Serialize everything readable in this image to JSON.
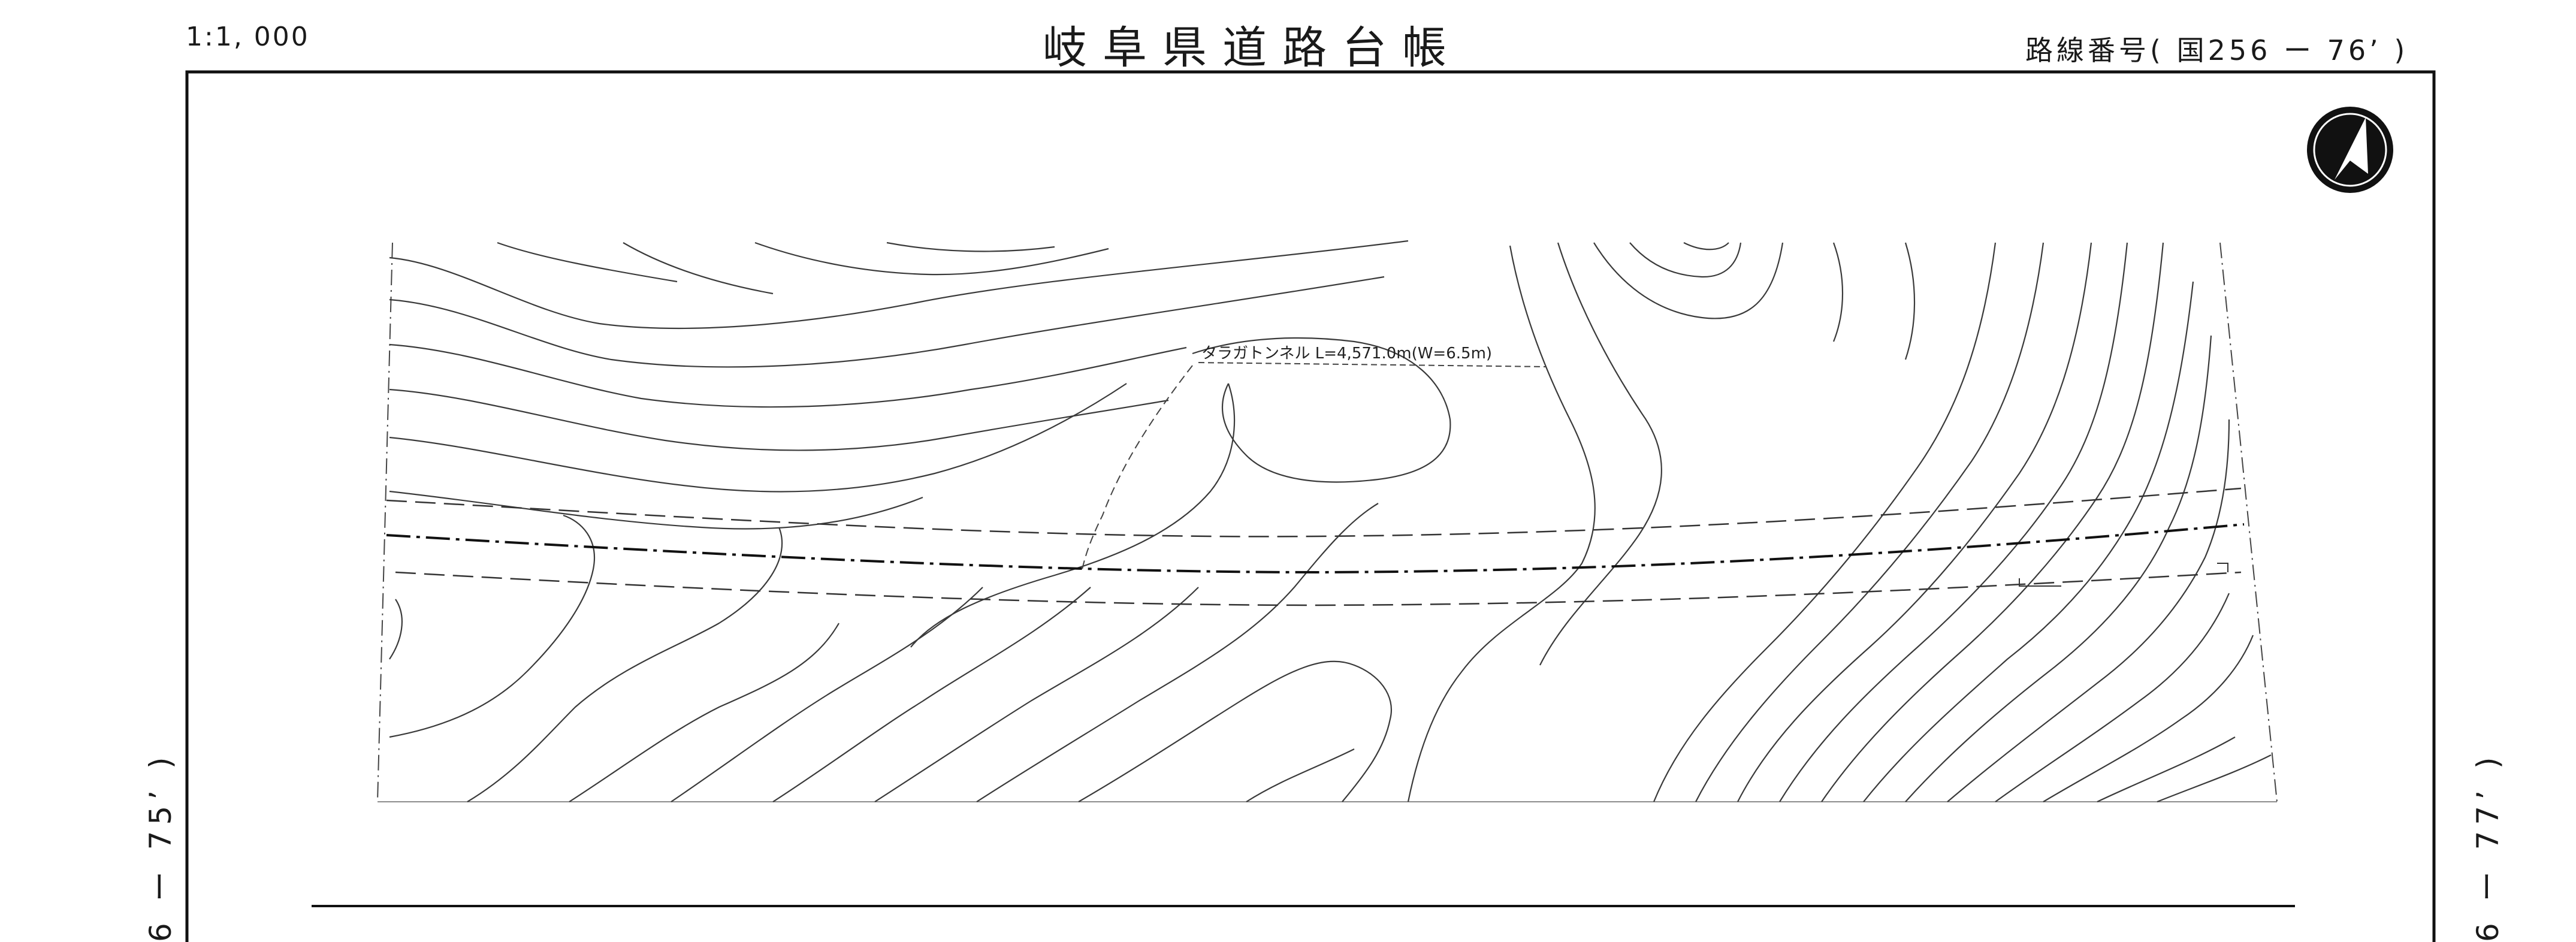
{
  "header": {
    "scale": "1:1, 000",
    "title": "岐阜県道路台帳",
    "route_number": "路線番号( 国256 ー 76’ )"
  },
  "side_labels": {
    "left": "6 ー 75’ )",
    "right": "6 ー 77’ )"
  },
  "map": {
    "tunnel_label": "タラガトンネル  L=4,571.0m(W=6.5m)",
    "north_arrow_icon": "north-arrow-icon"
  }
}
